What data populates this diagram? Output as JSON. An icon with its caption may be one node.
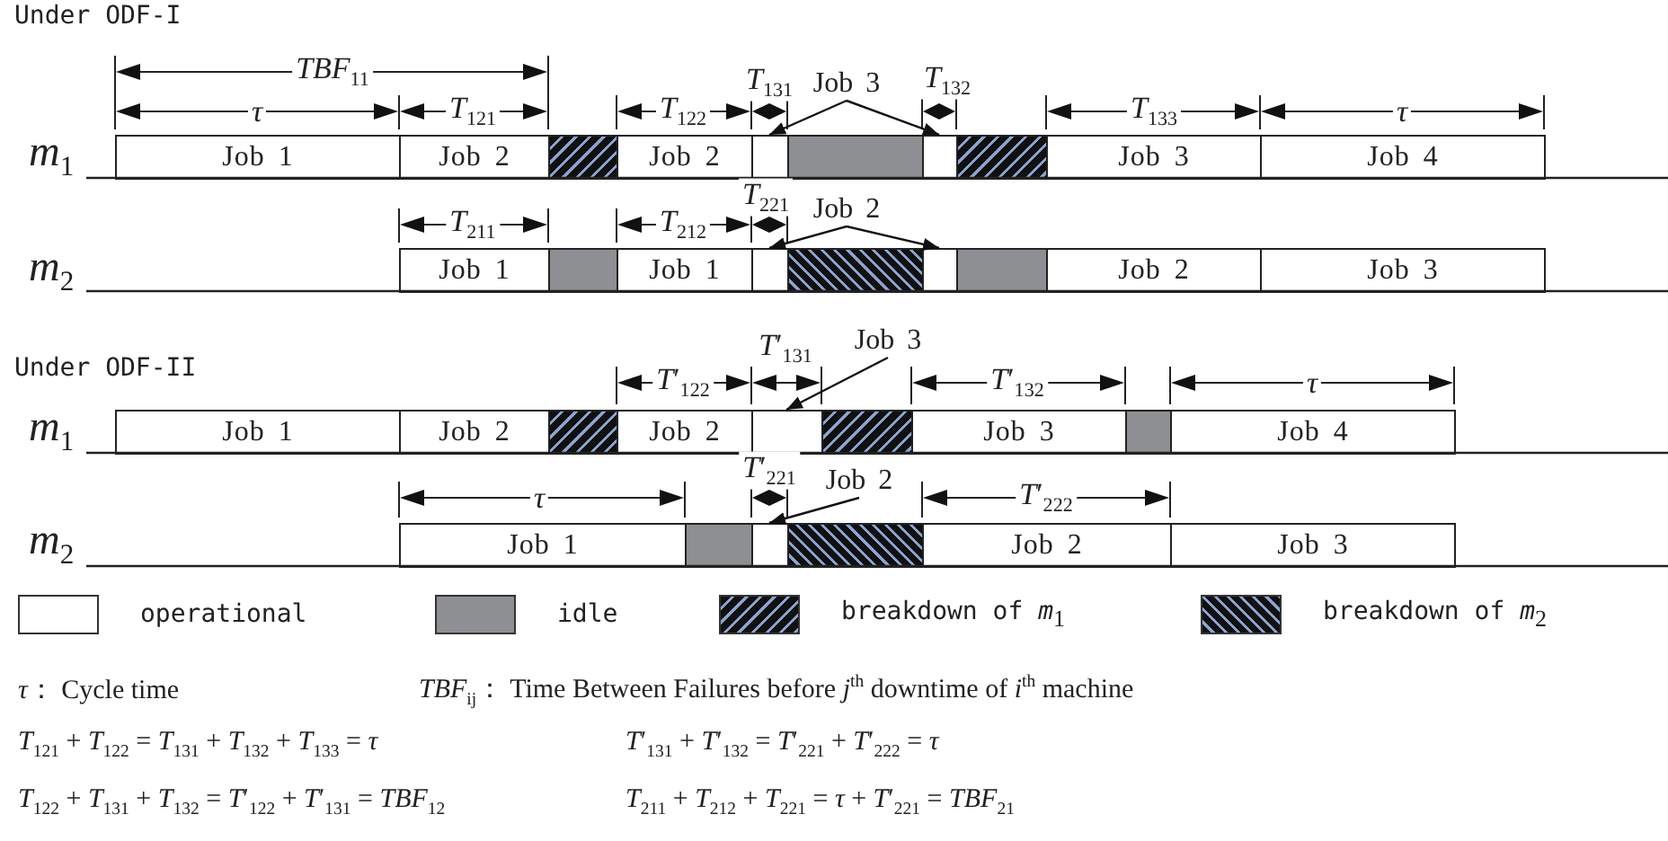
{
  "diagram": {
    "nodes": [
      {
        "text": [
          "Job 1"
        ]
      },
      {
        "text": [
          "Job 2"
        ]
      },
      {
        "text": [],
        "shape": "box"
      },
      {
        "text": [
          "Job 2"
        ]
      },
      {
        "text": [],
        "shape": "box"
      },
      {
        "text": [],
        "shape": "box"
      },
      {
        "text": [],
        "shape": "box"
      },
      {
        "text": [],
        "shape": "box"
      },
      {
        "text": [
          "Job 3"
        ]
      },
      {
        "text": [
          "Job 4"
        ]
      },
      {
        "text": [
          "Job 3"
        ]
      },
      {
        "text": [
          "Job 1"
        ]
      },
      {
        "text": [],
        "shape": "box"
      },
      {
        "text": [
          "Job 1"
        ]
      },
      {
        "text": [],
        "shape": "box"
      },
      {
        "text": [],
        "shape": "box"
      },
      {
        "text": [],
        "shape": "box"
      },
      {
        "text": [],
        "shape": "box"
      },
      {
        "text": [
          "Job 2"
        ]
      },
      {
        "text": [
          "Job 3"
        ]
      },
      {
        "text": [
          "Job 2"
        ]
      },
      {
        "text": [
          "Job 1"
        ]
      },
      {
        "text": [
          "Job 2"
        ]
      },
      {
        "text": [],
        "shape": "box"
      },
      {
        "text": [
          "Job 2"
        ]
      },
      {
        "text": [],
        "shape": "box"
      },
      {
        "text": [],
        "shape": "box"
      },
      {
        "text": [
          "Job 3"
        ]
      },
      {
        "text": [],
        "shape": "box"
      },
      {
        "text": [
          "Job 4"
        ]
      },
      {
        "text": [
          "Job 3"
        ]
      },
      {
        "text": [
          "Job 1"
        ]
      },
      {
        "text": [],
        "shape": "box"
      },
      {
        "text": [],
        "shape": "box"
      },
      {
        "text": [],
        "shape": "box"
      },
      {
        "text": [
          "Job 2"
        ]
      },
      {
        "text": [
          "Job 3"
        ]
      },
      {
        "text": [
          "Job 2"
        ]
      }
    ],
    "edges": [
      {
        "from": 10,
        "to": 4,
        "arrow": "to"
      },
      {
        "from": 10,
        "to": 6,
        "arrow": "to"
      },
      {
        "from": 20,
        "to": 14,
        "arrow": "to"
      },
      {
        "from": 20,
        "to": 16,
        "arrow": "to"
      },
      {
        "from": 30,
        "to": 25,
        "arrow": "to"
      },
      {
        "from": 37,
        "to": 33,
        "arrow": "to"
      }
    ],
    "labels": [
      "Under ODF-I",
      "*TBF*$_{11}$",
      "*τ*",
      "*T*$_{121}$",
      "*T*$_{122}$",
      "*T*$_{131}$",
      "*T*$_{132}$",
      "*T*$_{133}$",
      "*τ*",
      "*m*$_{1}$",
      "*T*$_{211}$",
      "*T*$_{212}$",
      "*T*$_{221}$",
      "*m*$_{2}$",
      "Under ODF-II",
      "*T*′$_{122}$",
      "*T*′$_{131}$",
      "*T*′$_{132}$",
      "*τ*",
      "*m*$_{1}$",
      "*τ*",
      "*T*′$_{221}$",
      "*T*′$_{222}$",
      "*m*$_{2}$",
      "*τ*： Cycle time",
      "*TBF*$_{ij}$： Time Between Failures before *j*$^{th}$ downtime of *i*$^{th}$ machine",
      "*T*$_{121}$ + *T*$_{122}$ = *T*$_{131}$ + *T*$_{132}$ + *T*$_{133}$ = *τ*",
      "*T*′$_{131}$ + *T*′$_{132}$ = *T*′$_{221}$ + *T*′$_{222}$ = *τ*",
      "*T*$_{122}$ + *T*$_{131}$ + *T*$_{132}$ = *T*′$_{122}$ + *T*′$_{131}$ = *TBF*$_{12}$",
      "*T*$_{211}$ + *T*$_{212}$ + *T*$_{221}$ = *τ* + *T*′$_{221}$ = *TBF*$_{21}$"
    ],
    "legend": [
      {
        "text": "operational",
        "color": "#ffffff"
      },
      {
        "text": "idle",
        "color": "#8e8f93"
      },
      {
        "text": "breakdown of *m*$_{1}$"
      },
      {
        "text": "breakdown of *m*$_{2}$"
      }
    ]
  }
}
